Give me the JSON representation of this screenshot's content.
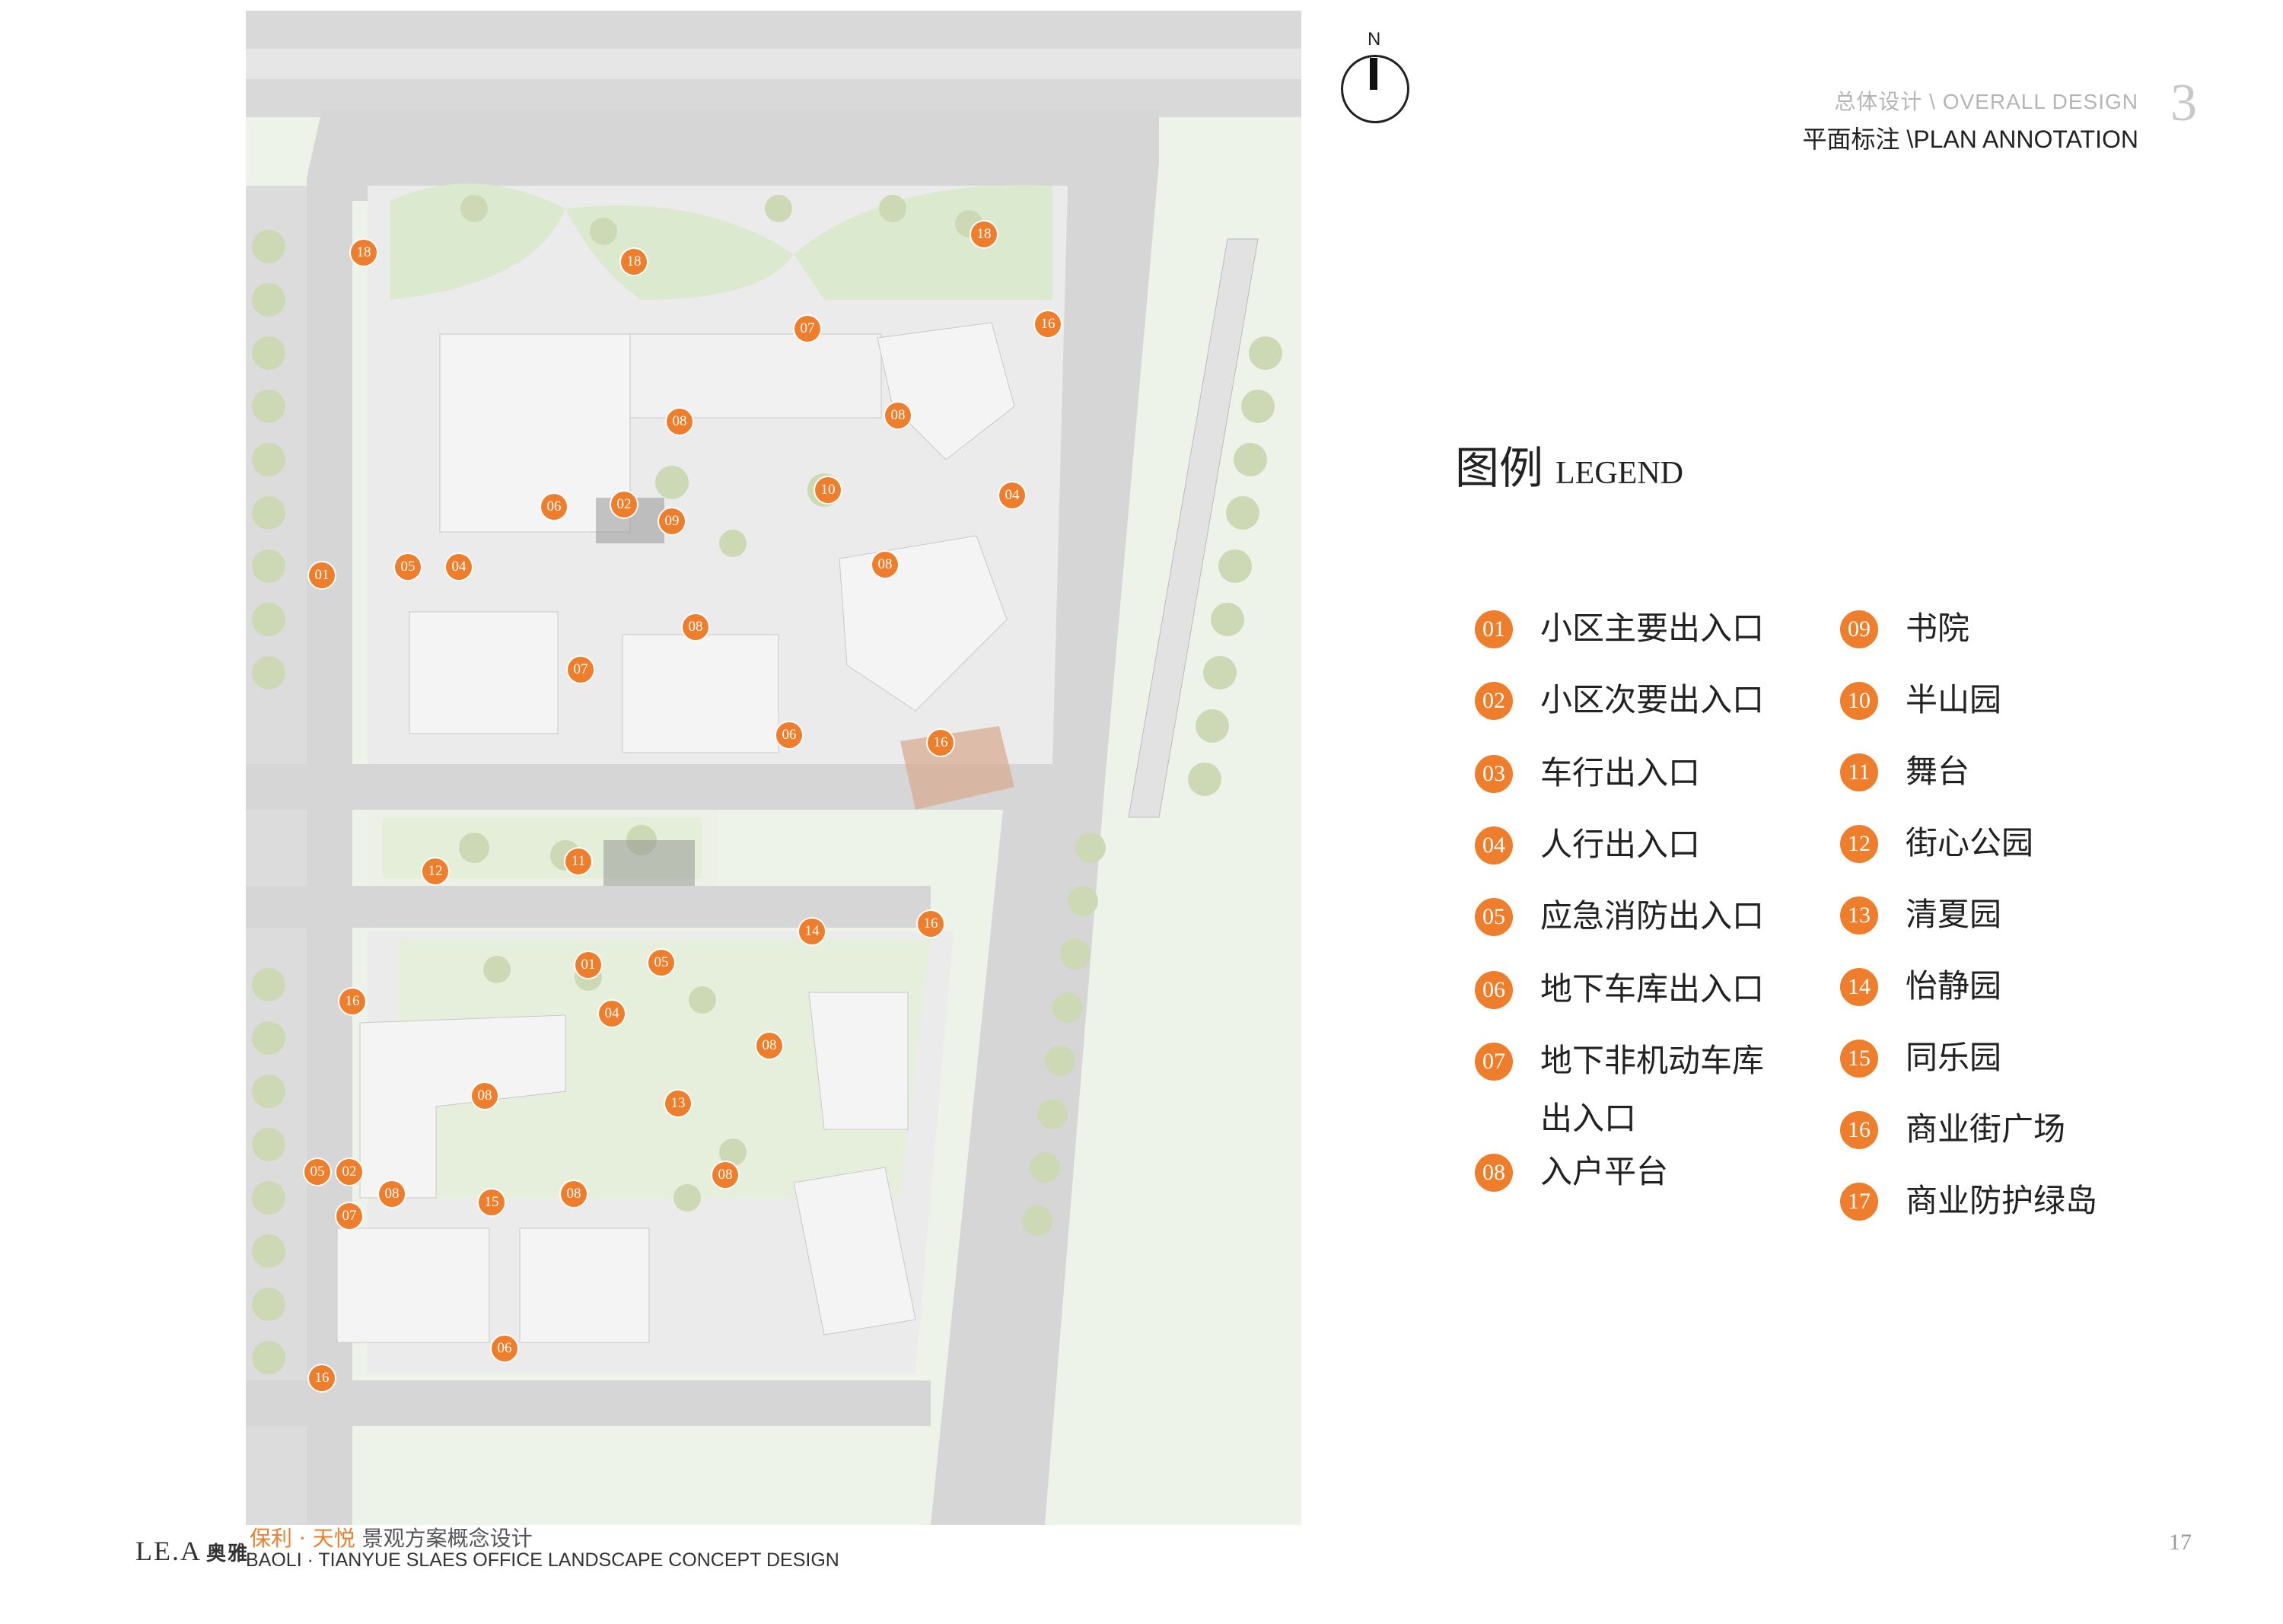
{
  "header": {
    "section": "总体设计 \\ OVERALL DESIGN",
    "section_number": "3",
    "subtitle": "平面标注 \\PLAN ANNOTATION"
  },
  "compass": {
    "label": "N"
  },
  "legend": {
    "title_cn": "图例",
    "title_en": "LEGEND",
    "items": [
      {
        "num": "01",
        "label": "小区主要出入口"
      },
      {
        "num": "02",
        "label": "小区次要出入口"
      },
      {
        "num": "03",
        "label": "车行出入口"
      },
      {
        "num": "04",
        "label": "人行出入口"
      },
      {
        "num": "05",
        "label": "应急消防出入口"
      },
      {
        "num": "06",
        "label": "地下车库出入口"
      },
      {
        "num": "07",
        "label": "地下非机动车库出入口"
      },
      {
        "num": "08",
        "label": "入户平台"
      },
      {
        "num": "09",
        "label": "书院"
      },
      {
        "num": "10",
        "label": "半山园"
      },
      {
        "num": "11",
        "label": "舞台"
      },
      {
        "num": "12",
        "label": "街心公园"
      },
      {
        "num": "13",
        "label": "清夏园"
      },
      {
        "num": "14",
        "label": "怡静园"
      },
      {
        "num": "15",
        "label": "同乐园"
      },
      {
        "num": "16",
        "label": "商业街广场"
      },
      {
        "num": "17",
        "label": "商业防护绿岛"
      }
    ]
  },
  "plan_markers": [
    "18",
    "18",
    "18",
    "07",
    "16",
    "08",
    "08",
    "10",
    "04",
    "06",
    "02",
    "09",
    "01",
    "05",
    "04",
    "08",
    "08",
    "07",
    "06",
    "16",
    "11",
    "12",
    "14",
    "16",
    "01",
    "05",
    "16",
    "04",
    "08",
    "08",
    "13",
    "05",
    "02",
    "08",
    "08",
    "08",
    "07",
    "15",
    "06",
    "16"
  ],
  "footer": {
    "logo": "LE.A",
    "logo_cn": "奥雅",
    "project_cn_highlight": "保利 · 天悦",
    "project_cn": " 景观方案概念设计",
    "project_en": "BAOLI · TIANYUE  SLAES OFFICE LANDSCAPE  CONCEPT DESIGN",
    "page": "17"
  },
  "colors": {
    "accent": "#ee7d2c",
    "road": "#d8d8d8",
    "green": "#e4efd8",
    "tree": "#c9d9a8",
    "building": "#efefef"
  }
}
